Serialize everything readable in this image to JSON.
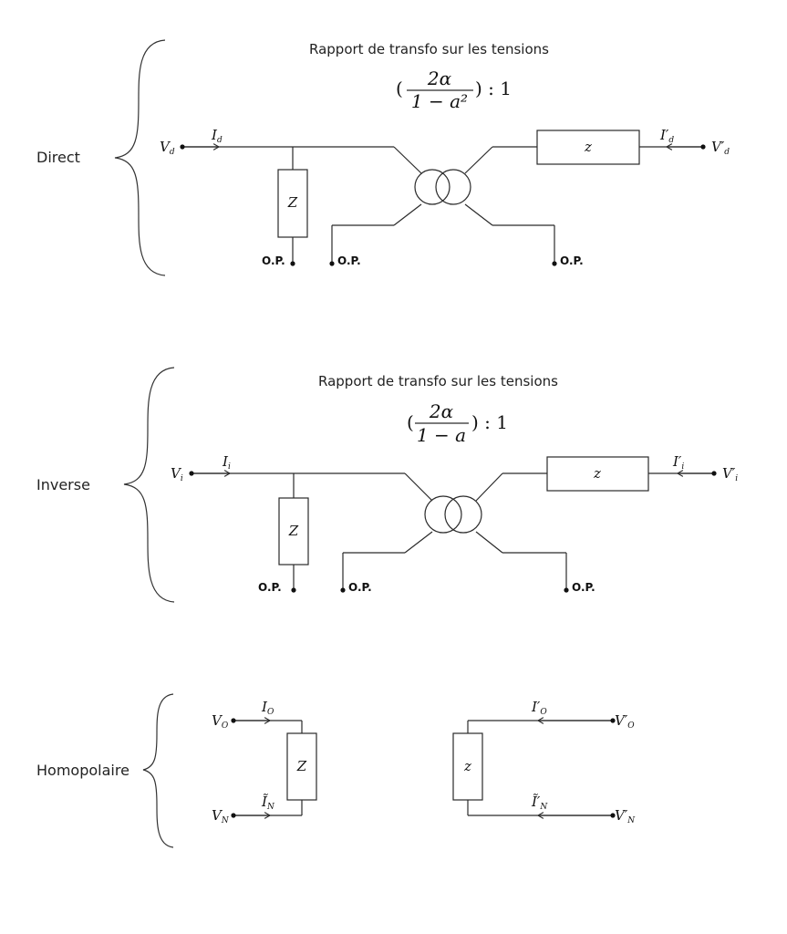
{
  "sections": {
    "direct": {
      "label": "Direct",
      "title": "Rapport de transfo sur les tensions",
      "formula": {
        "open": "(",
        "numerator": "2α",
        "denominator": "1 − a²",
        "close": ") : 1"
      },
      "v_left": "V",
      "v_left_sub": "d",
      "i_left": "I",
      "i_left_sub": "d",
      "impedance_shunt": "Z",
      "impedance_series": "z",
      "i_right": "I′",
      "i_right_sub": "d",
      "v_right": "V′",
      "v_right_sub": "d",
      "op": [
        "O.P.",
        "O.P.",
        "O.P."
      ]
    },
    "inverse": {
      "label": "Inverse",
      "title": "Rapport de transfo sur les tensions",
      "formula": {
        "open": "(",
        "numerator": "2α",
        "denominator": "1 − a",
        "close": ") : 1"
      },
      "v_left": "V",
      "v_left_sub": "i",
      "i_left": "I",
      "i_left_sub": "i",
      "impedance_shunt": "Z",
      "impedance_series": "z",
      "i_right": "I′",
      "i_right_sub": "i",
      "v_right": "V′",
      "v_right_sub": "i",
      "op": [
        "O.P.",
        "O.P.",
        "O.P."
      ]
    },
    "homopolaire": {
      "label": "Homopolaire",
      "left": {
        "v_top": "V",
        "v_top_sub": "O",
        "i_top": "I",
        "i_top_sub": "O",
        "v_bot": "V",
        "v_bot_sub": "N",
        "i_bot": "Ĩ",
        "i_bot_sub": "N",
        "impedance": "Z"
      },
      "right": {
        "v_top": "V′",
        "v_top_sub": "O",
        "i_top": "I′",
        "i_top_sub": "O",
        "v_bot": "V′",
        "v_bot_sub": "N",
        "i_bot": "Ĩ′",
        "i_bot_sub": "N",
        "impedance": "z"
      }
    }
  }
}
